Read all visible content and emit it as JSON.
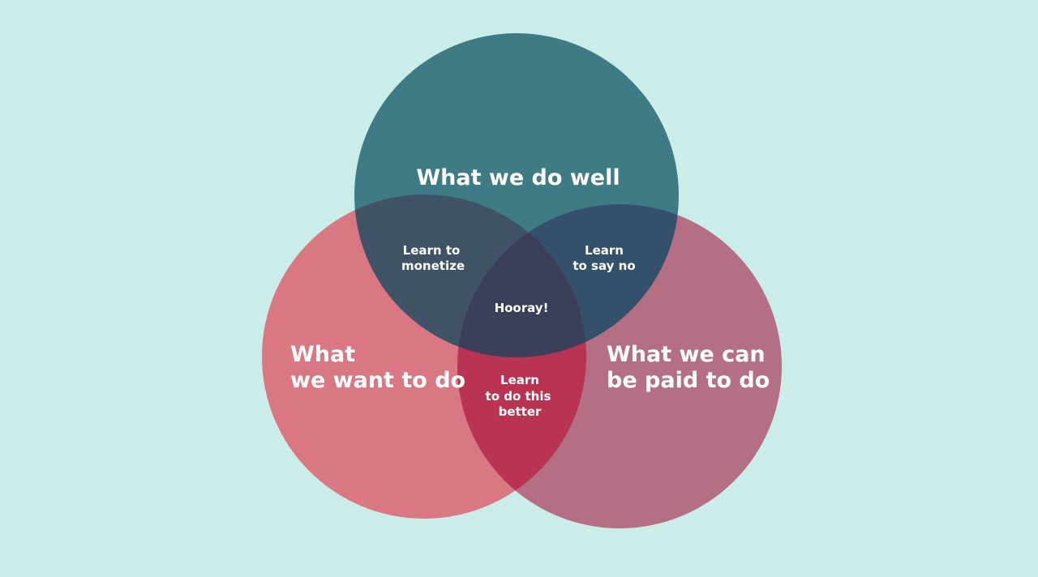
{
  "colors": {
    "background": "#cbedea",
    "do_well": "#3f7b84",
    "want_to_do": "#d97782",
    "paid_to_do": "#b46f85",
    "do_well_and_want": "#405266",
    "do_well_and_paid": "#35506a",
    "want_and_paid": "#b93452",
    "center": "#3b3f5a"
  },
  "sets": {
    "do_well": {
      "label": "What we do well"
    },
    "want_to_do": {
      "label_line1": "What",
      "label_line2": "we want to do"
    },
    "paid_to_do": {
      "label_line1": "What we can",
      "label_line2": "be paid to do"
    }
  },
  "intersections": {
    "do_well_and_want": {
      "line1": "Learn to",
      "line2": "monetize"
    },
    "do_well_and_paid": {
      "line1": "Learn",
      "line2": "to say no"
    },
    "want_and_paid": {
      "line1": "Learn",
      "line2": "to do this",
      "line3": "better"
    },
    "center": {
      "label": "Hooray!"
    }
  }
}
